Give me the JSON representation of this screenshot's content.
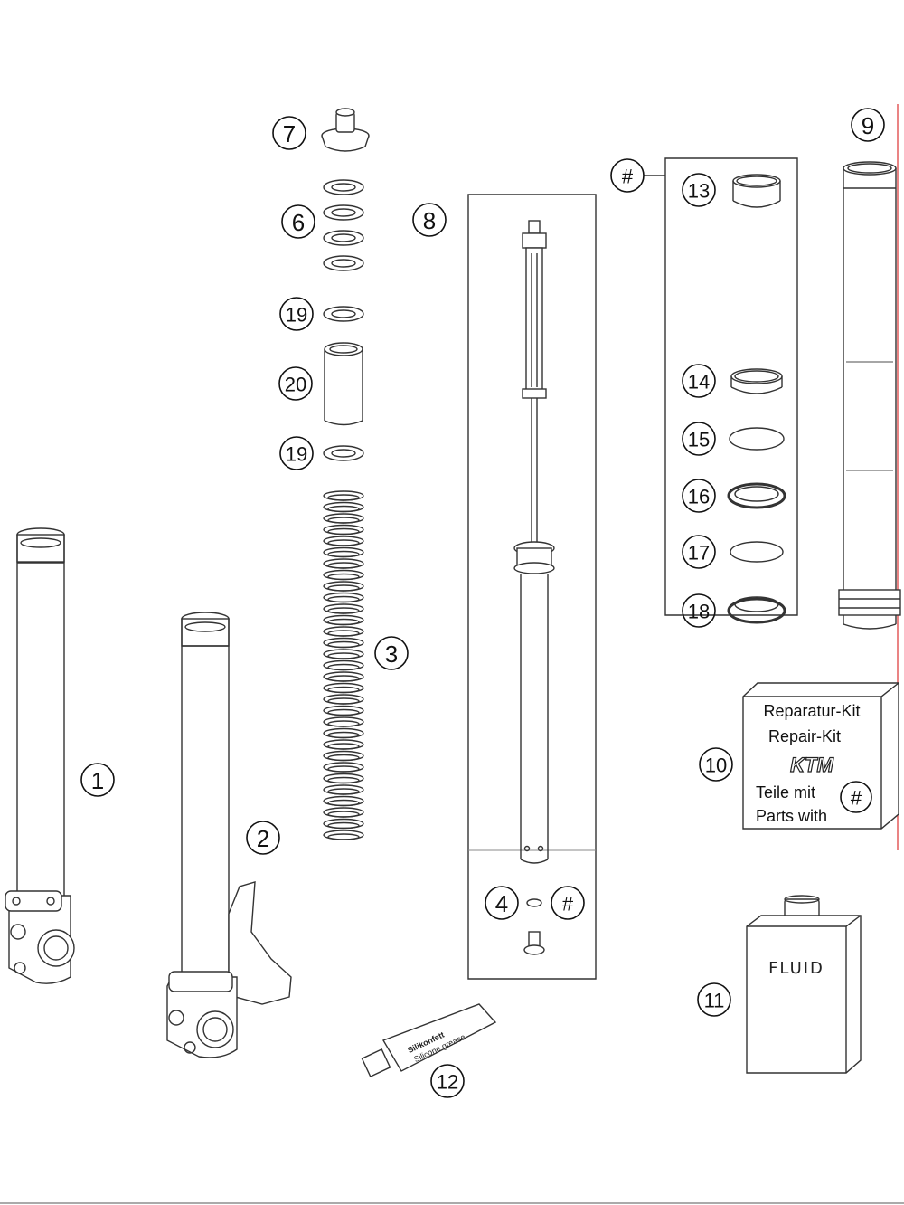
{
  "callouts": {
    "c1": "1",
    "c2": "2",
    "c3": "3",
    "c4": "4",
    "c6": "6",
    "c7": "7",
    "c8": "8",
    "c9": "9",
    "c10": "10",
    "c11": "11",
    "c12": "12",
    "c13": "13",
    "c14": "14",
    "c15": "15",
    "c16": "16",
    "c17": "17",
    "c18": "18",
    "c19a": "19",
    "c19b": "19",
    "c20": "20",
    "hashA": "#",
    "hashB": "#",
    "hashC": "#"
  },
  "repair_kit": {
    "line1": "Reparatur-Kit",
    "line2": "Repair-Kit",
    "logo": "KTM",
    "line3": "Teile mit",
    "line4": "Parts with"
  },
  "fluid_label": "FLUID",
  "grease_tube": {
    "line1": "Silikonfett",
    "line2": "Silicone grease"
  },
  "colors": {
    "line": "#333333",
    "fill": "#ffffff",
    "accent": "#d33333",
    "frame": "#888888"
  }
}
